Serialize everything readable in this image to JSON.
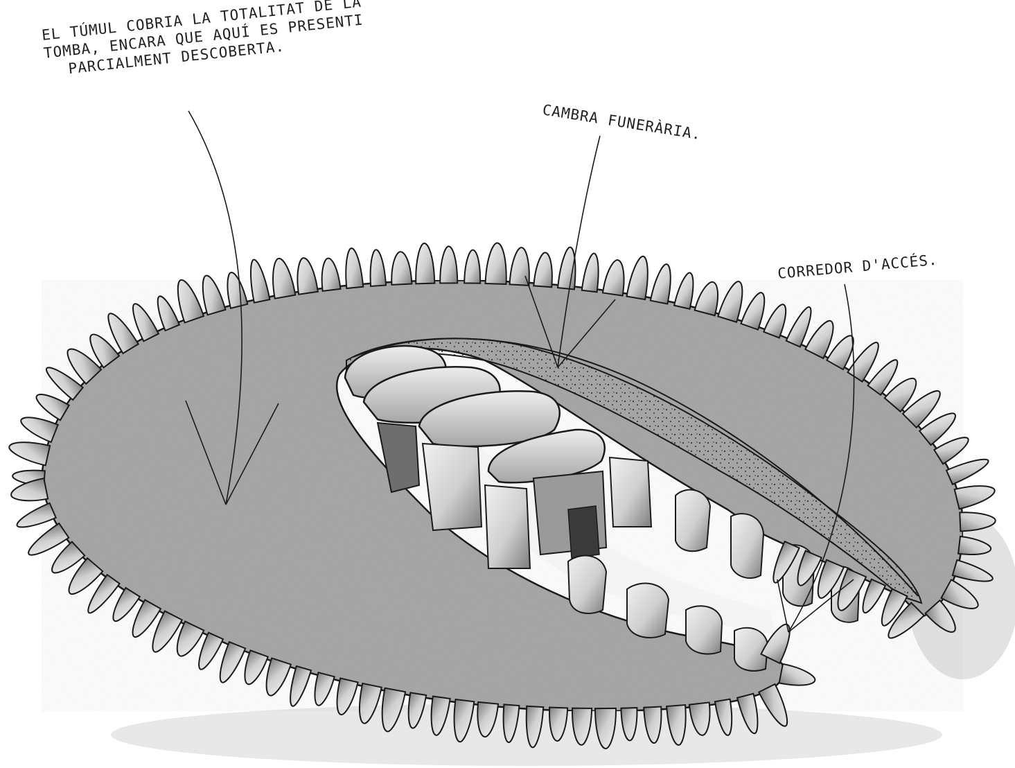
{
  "labels": {
    "tumul": {
      "lines": [
        "EL TÚMUL COBRIA LA TOTALITAT DE LA",
        "TOMBA, ENCARA QUE AQUÍ ES PRESENTI",
        "PARCIALMENT DESCOBERTA."
      ]
    },
    "cambra": "CAMBRA FUNERÀRIA.",
    "corredor": "CORREDOR D'ACCÉS."
  },
  "colors": {
    "ink": "#1a1a1a",
    "mound": "#a9a9a9",
    "stone": "#dcdcdc",
    "shadow": "#5a5a5a"
  }
}
